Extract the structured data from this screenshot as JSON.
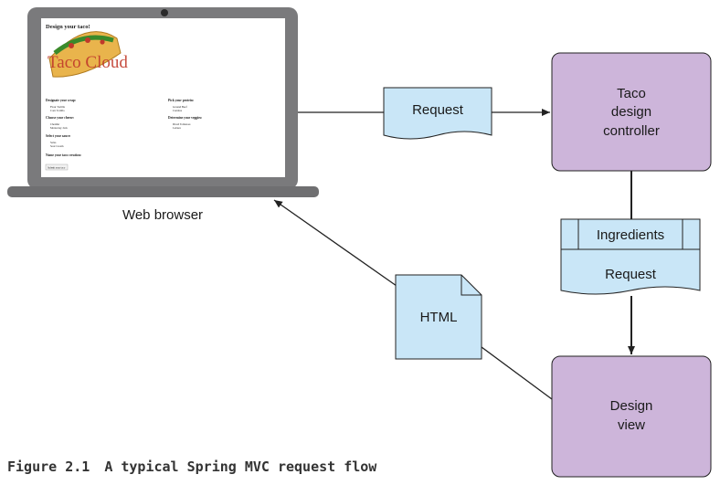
{
  "browser": {
    "label": "Web browser",
    "page": {
      "heading": "Design your taco!",
      "logo_text": "Taco Cloud",
      "sections": [
        {
          "title": "Designate your wrap:",
          "items": [
            "Flour Tortilla",
            "Corn Tortilla"
          ]
        },
        {
          "title": "Pick your protein:",
          "items": [
            "Ground Beef",
            "Carnitas"
          ]
        },
        {
          "title": "Choose your cheese:",
          "items": [
            "Cheddar",
            "Monterrey Jack"
          ]
        },
        {
          "title": "Determine your veggies:",
          "items": [
            "Diced Tomatoes",
            "Lettuce"
          ]
        },
        {
          "title": "Select your sauce:",
          "items": [
            "Salsa",
            "Sour Cream"
          ]
        }
      ],
      "name_prompt": "Name your taco creation:",
      "submit_label": "Submit your taco"
    }
  },
  "nodes": {
    "request_doc": "Request",
    "controller": [
      "Taco",
      "design",
      "controller"
    ],
    "model_ingredients": "Ingredients",
    "model_request": "Request",
    "html_doc": "HTML",
    "view": [
      "Design",
      "view"
    ]
  },
  "colors": {
    "node_fill": "#cdb5da",
    "doc_fill": "#c9e6f7",
    "laptop_frame": "#7a7a7c",
    "stroke": "#222222"
  },
  "caption": {
    "number": "Figure 2.1",
    "text": "A typical Spring MVC request flow"
  }
}
